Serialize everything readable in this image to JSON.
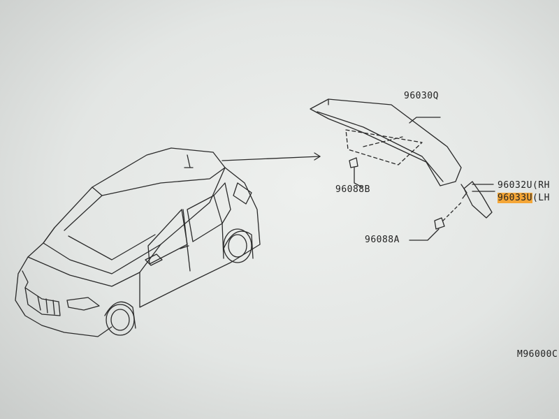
{
  "diagram": {
    "part_labels": {
      "spoiler": "96030Q",
      "clip_b": "96088B",
      "side_rh_code": "96032U",
      "side_rh_suffix": "(RH",
      "side_lh_code": "96033U",
      "side_lh_suffix": "(LH",
      "clip_a": "96088A"
    },
    "drawing_code": "M96000C",
    "highlight_color": "#f4a637",
    "line_color": "#2a2a2a"
  }
}
